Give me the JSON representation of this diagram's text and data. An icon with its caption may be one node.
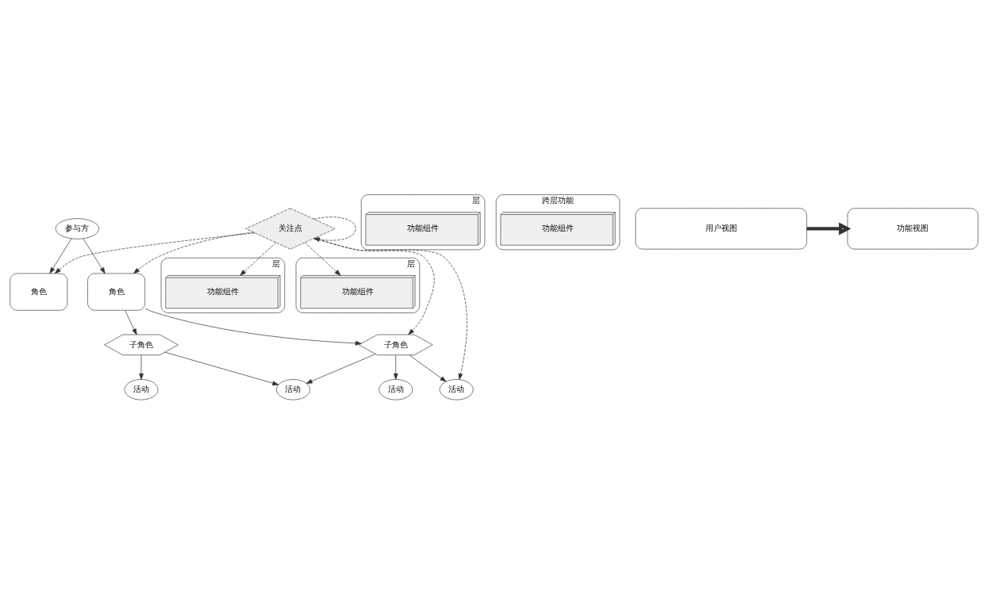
{
  "diagram": {
    "nodes": [
      {
        "text": [
          "参与方"
        ]
      },
      {
        "text": [
          "关注点"
        ]
      },
      {
        "text": [
          "角色"
        ]
      },
      {
        "text": [
          "角色"
        ]
      },
      {
        "text": [
          "子角色"
        ]
      },
      {
        "text": [
          "子角色"
        ]
      },
      {
        "text": [
          "活动"
        ]
      },
      {
        "text": [
          "活动"
        ]
      },
      {
        "text": [
          "活动"
        ]
      },
      {
        "text": [
          "活动"
        ]
      },
      {
        "text": [
          "层"
        ]
      },
      {
        "text": [
          "功能组件"
        ],
        "in": 10
      },
      {
        "text": [
          "层"
        ]
      },
      {
        "text": [
          "功能组件"
        ],
        "in": 12
      },
      {
        "text": [
          "层"
        ]
      },
      {
        "text": [
          "功能组件"
        ],
        "in": 14
      },
      {
        "text": [
          "跨层功能"
        ]
      },
      {
        "text": [
          "功能组件"
        ],
        "in": 16
      },
      {
        "text": [
          "用户视图"
        ]
      },
      {
        "text": [
          "功能视图"
        ]
      }
    ],
    "edges": [
      {
        "from": 1,
        "to": 1,
        "arrow": "to",
        "style": "dashed"
      },
      {
        "from": 0,
        "to": 2,
        "arrow": "to"
      },
      {
        "from": 1,
        "to": 2,
        "arrow": "to",
        "style": "dashed"
      },
      {
        "from": 0,
        "to": 3,
        "arrow": "to"
      },
      {
        "from": 1,
        "to": 3,
        "arrow": "to",
        "style": "dashed"
      },
      {
        "from": 1,
        "to": 11,
        "arrow": "to",
        "style": "dashed"
      },
      {
        "from": 1,
        "to": 13,
        "arrow": "to",
        "style": "dashed"
      },
      {
        "from": 3,
        "to": 4,
        "arrow": "to"
      },
      {
        "from": 3,
        "to": 5,
        "arrow": "to"
      },
      {
        "from": 1,
        "to": 5,
        "arrow": "to",
        "style": "dashed"
      },
      {
        "from": 1,
        "to": 9,
        "arrow": "to",
        "style": "dashed"
      },
      {
        "from": 4,
        "to": 6,
        "arrow": "to"
      },
      {
        "from": 4,
        "to": 7,
        "arrow": "to"
      },
      {
        "from": 5,
        "to": 7,
        "arrow": "to"
      },
      {
        "from": 5,
        "to": 8,
        "arrow": "to"
      },
      {
        "from": 5,
        "to": 9,
        "arrow": "to"
      },
      {
        "from": 18,
        "to": 19,
        "arrow": "to",
        "style": "thick"
      }
    ]
  }
}
